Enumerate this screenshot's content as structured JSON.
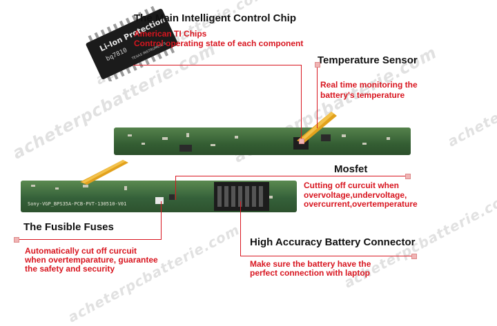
{
  "chip": {
    "title": "The Main Intelligent Control Chip",
    "line1": "American TI Chips",
    "line2": "Control operating state of each component",
    "label_brand": "Li-Ion Protection",
    "label_part": "bq7810",
    "label_maker": "TEXAS INSTRUMENTS"
  },
  "temperature": {
    "title": "Temperature Sensor",
    "line1": "Real time monitoring the",
    "line2": "battery's temperature"
  },
  "mosfet": {
    "title": "Mosfet",
    "line1": "Cutting off curcuit when",
    "line2": "overvoltage,undervoltage,",
    "line3": "overcurrent,overtemperature"
  },
  "fuse": {
    "title": "The Fusible Fuses",
    "line1": "Automatically cut off curcuit",
    "line2": "when overtemparature, guarantee",
    "line3": "the safety and security"
  },
  "connector": {
    "title": "High Accuracy Battery Connector",
    "line1": "Make sure the battery have the",
    "line2": "perfect connection with laptop"
  },
  "board": {
    "silkscreen": "Sony-VGP_BPS35A-PCB-PVT-130510-V01"
  },
  "watermark": "acheterpcbatterie.com",
  "colors": {
    "accent": "#d8151f",
    "pcb": "#3e6a3a",
    "flex": "#e2a11c"
  }
}
